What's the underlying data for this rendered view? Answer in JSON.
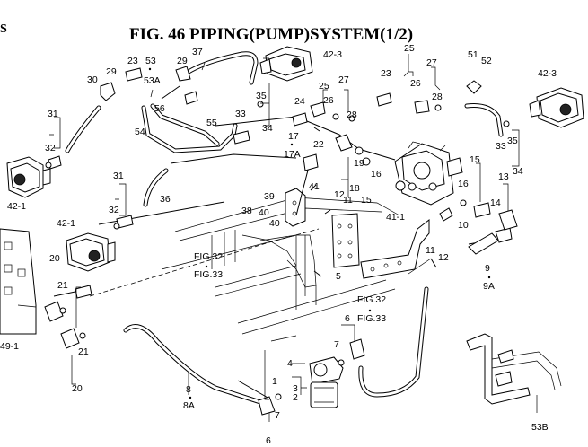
{
  "page_marker": "S",
  "title": "FIG. 46  PIPING(PUMP)SYSTEM(1/2)",
  "callouts": [
    {
      "id": "c1",
      "text": "23"
    },
    {
      "id": "c2",
      "text": "53"
    },
    {
      "id": "c3",
      "text": "53A"
    },
    {
      "id": "c4",
      "text": "29"
    },
    {
      "id": "c5",
      "text": "37"
    },
    {
      "id": "c6",
      "text": "29"
    },
    {
      "id": "c7",
      "text": "30"
    },
    {
      "id": "c8",
      "text": "42-3"
    },
    {
      "id": "c9",
      "text": "25"
    },
    {
      "id": "c10",
      "text": "27"
    },
    {
      "id": "c11",
      "text": "51"
    },
    {
      "id": "c12",
      "text": "52"
    },
    {
      "id": "c13",
      "text": "42-3"
    },
    {
      "id": "c14",
      "text": "23"
    },
    {
      "id": "c15",
      "text": "26"
    },
    {
      "id": "c16",
      "text": "28"
    },
    {
      "id": "c17",
      "text": "35"
    },
    {
      "id": "c18",
      "text": "25"
    },
    {
      "id": "c19",
      "text": "27"
    },
    {
      "id": "c20",
      "text": "24"
    },
    {
      "id": "c21",
      "text": "26"
    },
    {
      "id": "c22",
      "text": "28"
    },
    {
      "id": "c23",
      "text": "31"
    },
    {
      "id": "c24",
      "text": "56"
    },
    {
      "id": "c25",
      "text": "33"
    },
    {
      "id": "c26",
      "text": "55"
    },
    {
      "id": "c27",
      "text": "34"
    },
    {
      "id": "c28",
      "text": "54"
    },
    {
      "id": "c29",
      "text": "17"
    },
    {
      "id": "c30",
      "text": "17A"
    },
    {
      "id": "c31",
      "text": "22"
    },
    {
      "id": "c32",
      "text": "33"
    },
    {
      "id": "c33",
      "text": "35"
    },
    {
      "id": "c34",
      "text": "32"
    },
    {
      "id": "c35",
      "text": "19"
    },
    {
      "id": "c36",
      "text": "34"
    },
    {
      "id": "c37",
      "text": "16"
    },
    {
      "id": "c38",
      "text": "18"
    },
    {
      "id": "c39",
      "text": "15"
    },
    {
      "id": "c40",
      "text": "15"
    },
    {
      "id": "c41",
      "text": "13"
    },
    {
      "id": "c42",
      "text": "42-1"
    },
    {
      "id": "c43",
      "text": "31"
    },
    {
      "id": "c44",
      "text": "36"
    },
    {
      "id": "c45",
      "text": "16"
    },
    {
      "id": "c46",
      "text": "14"
    },
    {
      "id": "c47",
      "text": "39"
    },
    {
      "id": "c48",
      "text": "41"
    },
    {
      "id": "c49",
      "text": "12"
    },
    {
      "id": "c50",
      "text": "11"
    },
    {
      "id": "c51",
      "text": "32"
    },
    {
      "id": "c52",
      "text": "38"
    },
    {
      "id": "c53",
      "text": "40"
    },
    {
      "id": "c54",
      "text": "40"
    },
    {
      "id": "c55",
      "text": "41-1"
    },
    {
      "id": "c56",
      "text": "42-1"
    },
    {
      "id": "c57",
      "text": "10"
    },
    {
      "id": "c58",
      "text": "FIG.32"
    },
    {
      "id": "c59",
      "text": "FIG.33"
    },
    {
      "id": "c60",
      "text": "11"
    },
    {
      "id": "c61",
      "text": "12"
    },
    {
      "id": "c62",
      "text": "20"
    },
    {
      "id": "c63",
      "text": "21"
    },
    {
      "id": "c64",
      "text": "5"
    },
    {
      "id": "c65",
      "text": "9"
    },
    {
      "id": "c66",
      "text": "9A"
    },
    {
      "id": "c67",
      "text": "FIG.32"
    },
    {
      "id": "c68",
      "text": "FIG.33"
    },
    {
      "id": "c69",
      "text": "6"
    },
    {
      "id": "c70",
      "text": "49-1"
    },
    {
      "id": "c71",
      "text": "7"
    },
    {
      "id": "c72",
      "text": "21"
    },
    {
      "id": "c73",
      "text": "20"
    },
    {
      "id": "c74",
      "text": "4"
    },
    {
      "id": "c75",
      "text": "1"
    },
    {
      "id": "c76",
      "text": "3"
    },
    {
      "id": "c77",
      "text": "2"
    },
    {
      "id": "c78",
      "text": "8"
    },
    {
      "id": "c79",
      "text": "8A"
    },
    {
      "id": "c80",
      "text": "7"
    },
    {
      "id": "c81",
      "text": "6"
    },
    {
      "id": "c82",
      "text": "53B"
    }
  ]
}
